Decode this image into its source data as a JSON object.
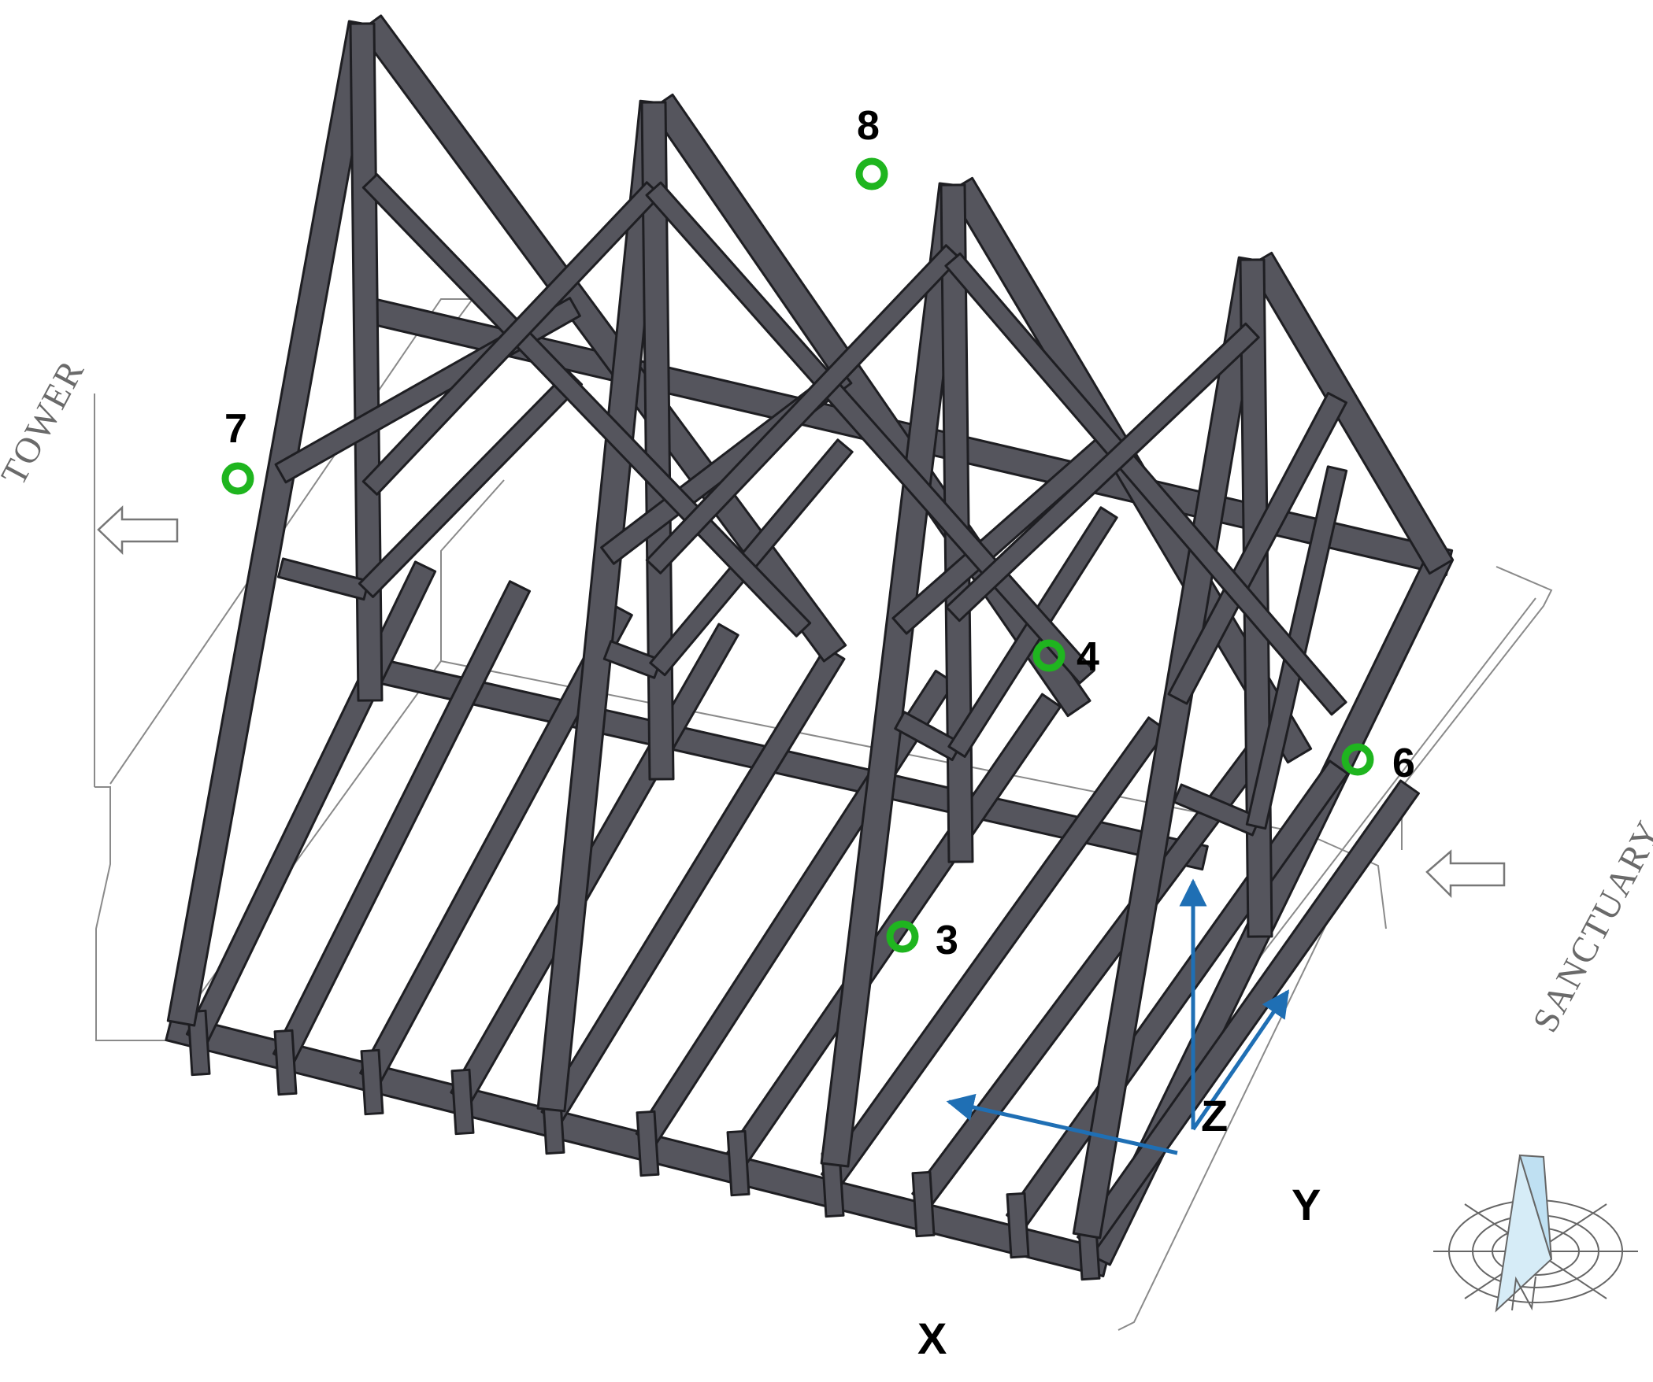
{
  "labels": {
    "tower": "TOWER",
    "sanctuary": "SANCTUARY"
  },
  "sensors": [
    {
      "id": "3"
    },
    {
      "id": "4"
    },
    {
      "id": "6"
    },
    {
      "id": "7"
    },
    {
      "id": "8"
    }
  ],
  "axes": {
    "x": "X",
    "y": "Y",
    "z": "Z"
  },
  "colors": {
    "timber": "#55555d",
    "timber_edge": "#1e1e22",
    "sensor": "#1fb51f",
    "axis": "#1f6fb4",
    "outline": "#8a8a8a"
  }
}
